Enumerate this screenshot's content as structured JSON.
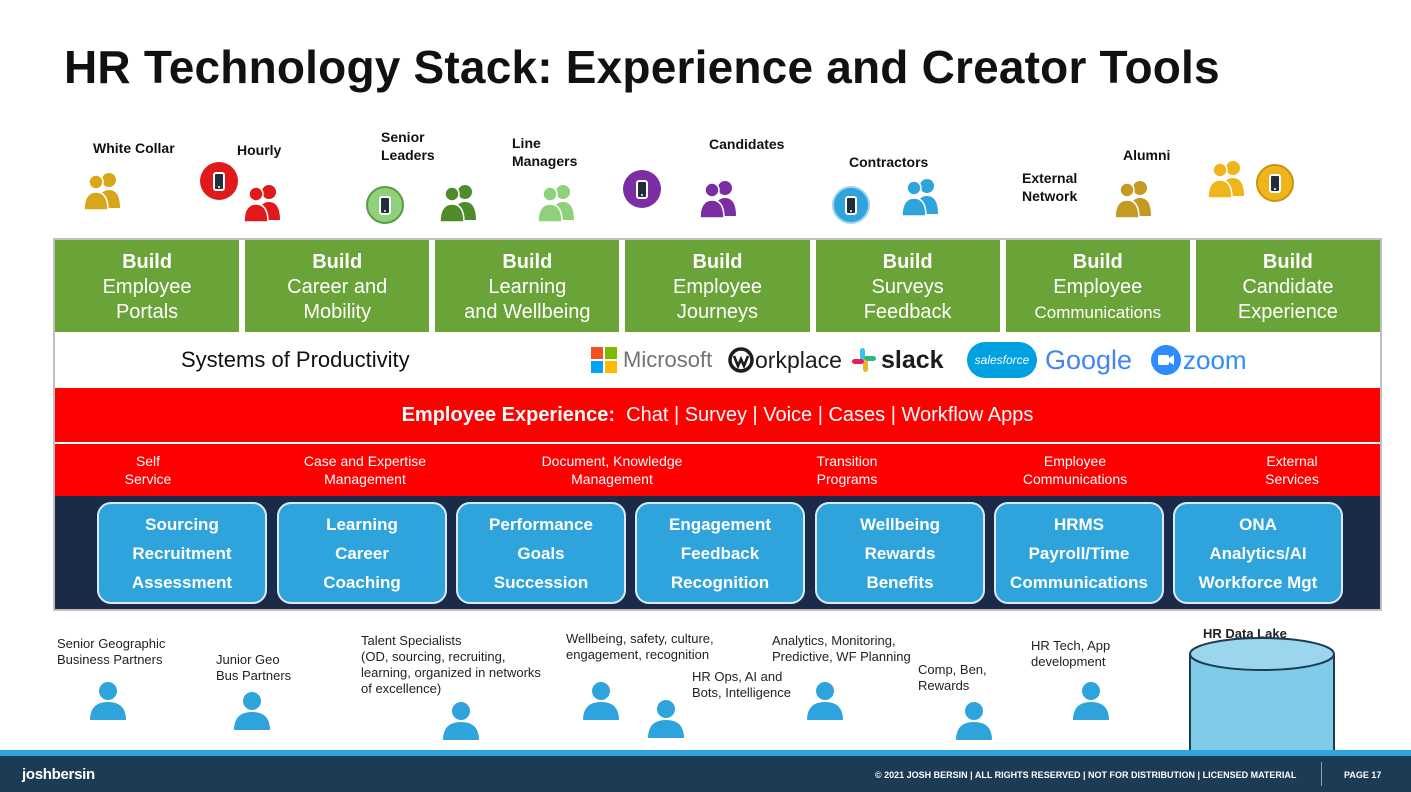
{
  "title": "HR Technology Stack: Experience and Creator Tools",
  "personas": [
    {
      "label": "White Collar",
      "color": "#d9a51a"
    },
    {
      "label": "Hourly",
      "color": "#e0191b"
    },
    {
      "label": "Senior\nLeaders",
      "color": "#4e8b2a"
    },
    {
      "label": "Line\nManagers",
      "color": "#8fd07a"
    },
    {
      "label": "Candidates",
      "color": "#7a2ea1"
    },
    {
      "label": "Contractors",
      "color": "#2fa4dc"
    },
    {
      "label": "External\nNetwork",
      "color": "#c49a22"
    },
    {
      "label": "Alumni",
      "color": "#f0b51c"
    }
  ],
  "build": [
    {
      "l1": "Build",
      "l2": "Employee",
      "l3": "Portals"
    },
    {
      "l1": "Build",
      "l2": "Career and",
      "l3": "Mobility"
    },
    {
      "l1": "Build",
      "l2": "Learning",
      "l3": "and Wellbeing"
    },
    {
      "l1": "Build",
      "l2": "Employee",
      "l3": "Journeys"
    },
    {
      "l1": "Build",
      "l2": "Surveys",
      "l3": "Feedback"
    },
    {
      "l1": "Build",
      "l2": "Employee",
      "l3": "Communications"
    },
    {
      "l1": "Build",
      "l2": "Candidate",
      "l3": "Experience"
    }
  ],
  "productivity": {
    "label": "Systems of Productivity",
    "logos": {
      "microsoft": "Microsoft",
      "workplace": "orkplace",
      "slack": "slack",
      "salesforce": "salesforce",
      "google": "Google",
      "zoom": "zoom"
    }
  },
  "employee_experience": {
    "bold": "Employee Experience:",
    "rest": "  Chat | Survey | Voice | Cases | Workflow Apps"
  },
  "tools": [
    {
      "l1": "Self",
      "l2": "Service"
    },
    {
      "l1": "Case and Expertise",
      "l2": "Management"
    },
    {
      "l1": "Document, Knowledge",
      "l2": "Management"
    },
    {
      "l1": "Transition",
      "l2": "Programs"
    },
    {
      "l1": "Employee",
      "l2": "Communications"
    },
    {
      "l1": "External",
      "l2": "Services"
    }
  ],
  "modules": [
    [
      "Sourcing",
      "Recruitment",
      "Assessment"
    ],
    [
      "Learning",
      "Career",
      "Coaching"
    ],
    [
      "Performance",
      "Goals",
      "Succession"
    ],
    [
      "Engagement",
      "Feedback",
      "Recognition"
    ],
    [
      "Wellbeing",
      "Rewards",
      "Benefits"
    ],
    [
      "HRMS",
      "Payroll/Time",
      "Communications"
    ],
    [
      "ONA",
      "Analytics/AI",
      "Workforce Mgt"
    ]
  ],
  "roles": [
    {
      "l1": "Senior Geographic",
      "l2": "Business Partners"
    },
    {
      "l1": "Junior Geo",
      "l2": "Bus Partners"
    },
    {
      "l1": "Talent Specialists",
      "l2": "(OD, sourcing, recruiting,",
      "l3": "learning, organized in networks",
      "l4": "of excellence)"
    },
    {
      "l1": "Wellbeing, safety, culture,",
      "l2": "engagement, recognition"
    },
    {
      "l1": "HR Ops, AI and",
      "l2": "Bots, Intelligence"
    },
    {
      "l1": "Analytics, Monitoring,",
      "l2": "Predictive, WF Planning"
    },
    {
      "l1": "Comp, Ben,",
      "l2": "Rewards"
    },
    {
      "l1": "HR Tech, App",
      "l2": "development"
    }
  ],
  "data_lake": "HR Data Lake",
  "footer": {
    "brand": "joshbersin",
    "copyright": "© 2021 JOSH BERSIN | ALL RIGHTS RESERVED | NOT FOR DISTRIBUTION | LICENSED MATERIAL",
    "page": "PAGE  17"
  },
  "colors": {
    "green": "#6aa338",
    "red": "#ff0000",
    "navy": "#1c2a4a",
    "blue": "#2fa4dc"
  }
}
